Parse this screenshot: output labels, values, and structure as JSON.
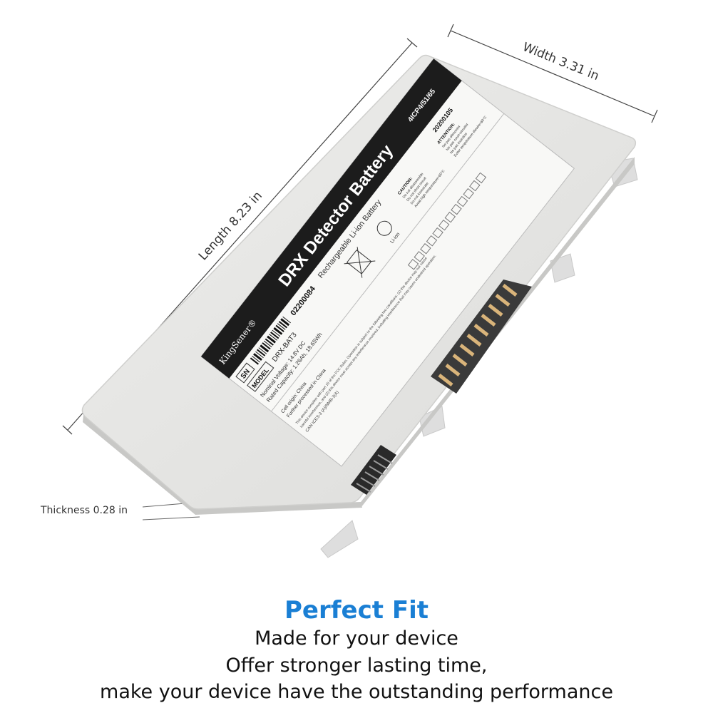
{
  "dimensions": {
    "length": "Length 8.23 in",
    "width": "Width 3.31 in",
    "thickness": "Thickness 0.28 in"
  },
  "label": {
    "brand": "KingSener®",
    "title": "DRX Detector Battery",
    "subtitle": "Rechargeable Li-ion Battery",
    "sn_tag": "SN",
    "sn_value": "02200084",
    "model_tag": "MODEL",
    "model_value": "DRX-BAT3",
    "nominal_voltage": "Nominal Voltage: 14.8V DC",
    "rated_capacity": "Rated Capacity: 1.26Ah, 18.65Wh",
    "cell_code": "4ICP4/51/65",
    "date_code": "20200105",
    "origin1": "Cell origin: China",
    "origin2": "Further processed in China",
    "fcc1": "This device complies with part 15 of the FCC Rules. Operation is subject to the following two conditions: (1) this device may not cause",
    "fcc2": "harmful interference, and (2) this device must accept any interference received, including interference that may cause undesired operation.",
    "fcc3": "CAN ICES-3 (A)/NMB-3(A)",
    "caution_title": "CAUTION:",
    "caution1": "Do not disassemble",
    "caution2": "Do not short circuit",
    "caution3": "Do not incinerate",
    "caution4": "Avoid high temperature>60°C",
    "attention_title": "ATTENTION:",
    "attention1": "Ne pas démonter",
    "attention2": "Ne pas court-circuiter",
    "attention3": "Ne pas incinérer",
    "attention4": "Eviter température élevée>60°C",
    "recycle_text": "Li-ion"
  },
  "caption": {
    "headline": "Perfect Fit",
    "line1": "Made for your device",
    "line2": "Offer stronger lasting time,",
    "line3": "make your device have the outstanding performance"
  },
  "colors": {
    "headline": "#1a7fd4",
    "battery_body": "#e6e6e4",
    "label_band": "#1c1c1c"
  }
}
